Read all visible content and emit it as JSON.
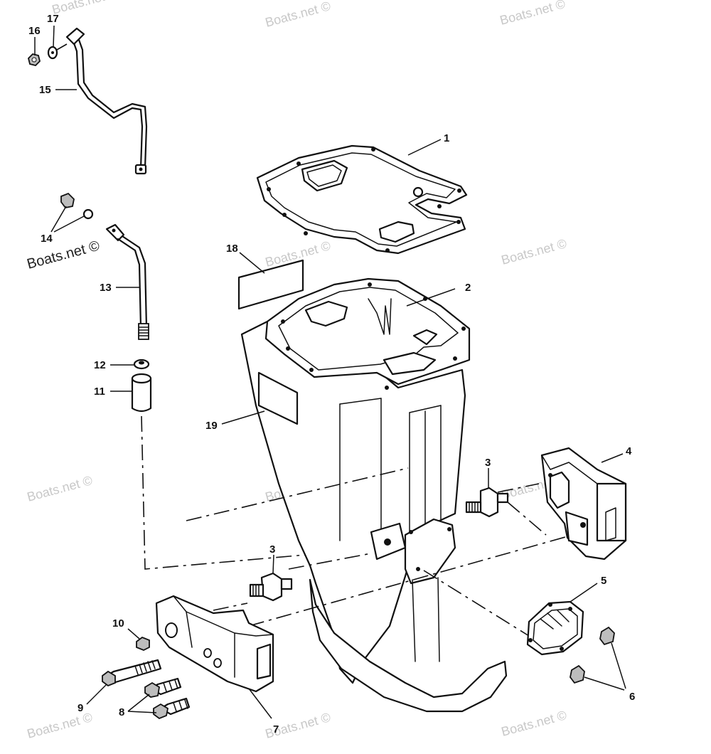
{
  "watermark": {
    "text": "Boats.net ©"
  },
  "callouts": {
    "c1": "1",
    "c2": "2",
    "c3a": "3",
    "c3b": "3",
    "c4": "4",
    "c5": "5",
    "c6": "6",
    "c7": "7",
    "c8": "8",
    "c9": "9",
    "c10": "10",
    "c11": "11",
    "c12": "12",
    "c13": "13",
    "c14": "14",
    "c15": "15",
    "c16": "16",
    "c17": "17",
    "c18": "18",
    "c19": "19"
  }
}
